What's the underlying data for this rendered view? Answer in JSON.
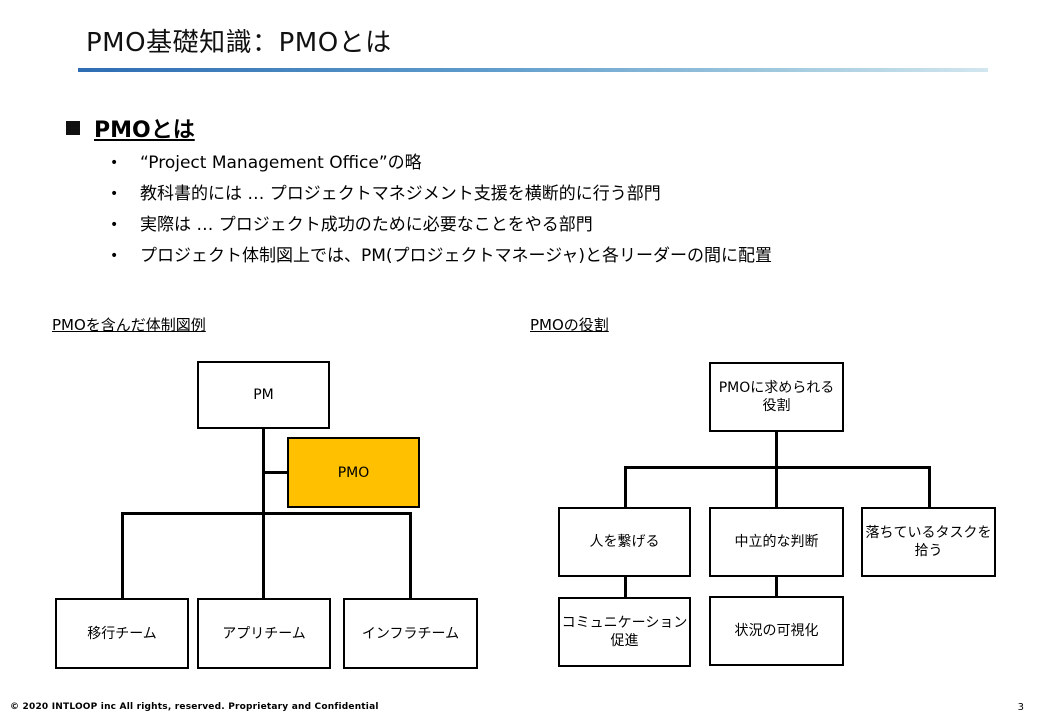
{
  "header": {
    "title": "PMO基礎知識：PMOとは"
  },
  "section": {
    "heading": "PMOとは",
    "bullets": [
      "“Project Management Office”の略",
      "教科書的には … プロジェクトマネジメント支援を横断的に行う部門",
      "実際は … プロジェクト成功のために必要なことをやる部門",
      "プロジェクト体制図上では、PM(プロジェクトマネージャ)と各リーダーの間に配置"
    ]
  },
  "org_chart": {
    "label": "PMOを含んだ体制図例",
    "pm": "PM",
    "pmo": "PMO",
    "teams": [
      "移行チーム",
      "アプリチーム",
      "インフラチーム"
    ],
    "pmo_color": "#ffc000"
  },
  "roles_chart": {
    "label": "PMOの役割",
    "root": "PMOに求められる\n役割",
    "roles": [
      "人を繋げる",
      "中立的な判断",
      "落ちているタスクを\n拾う"
    ],
    "sub_roles": [
      "コミュニケーション\n促進",
      "状況の可視化"
    ]
  },
  "footer": {
    "copyright": "© 2020 INTLOOP inc All rights, reserved.   Proprietary and Confidential",
    "page_number": "3"
  }
}
